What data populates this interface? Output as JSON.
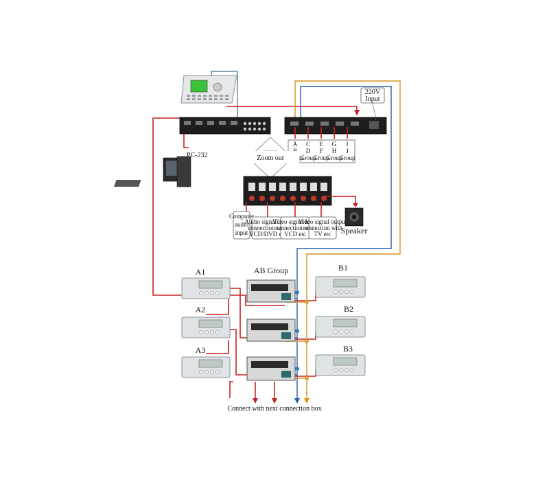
{
  "diagram": {
    "power_label_line1": "220V",
    "power_label_line2": "Input",
    "pc_label": "PC-232",
    "zoom_label": "Zoom out",
    "group_ports": [
      {
        "top": "A",
        "bottom": "B",
        "suffix": "Group"
      },
      {
        "top": "C",
        "bottom": "D",
        "suffix": "Group"
      },
      {
        "top": "E",
        "bottom": "F",
        "suffix": "Group"
      },
      {
        "top": "G",
        "bottom": "H",
        "suffix": "Group"
      },
      {
        "top": "I",
        "bottom": "J",
        "suffix": "Group"
      }
    ],
    "callouts": {
      "computer_audio": [
        "Computer",
        "audio",
        "input"
      ],
      "audio_signal": [
        "Audio signal input",
        "connection with",
        "VCD/DVD etc"
      ],
      "video_input": [
        "Video signal input",
        "connection with",
        "VCD etc"
      ],
      "video_output": [
        "Video signal output",
        "connection with",
        "TV etc"
      ],
      "speaker": "Speaker"
    },
    "panels_left": [
      "A1",
      "A2",
      "A3"
    ],
    "panels_right": [
      "B1",
      "B2",
      "B3"
    ],
    "group_title": "AB Group",
    "bottom_note": "Connect with next connection box"
  },
  "colors": {
    "red_wire": "#c82020",
    "blue_wire": "#2a5fa8",
    "orange_wire": "#d9901c"
  }
}
